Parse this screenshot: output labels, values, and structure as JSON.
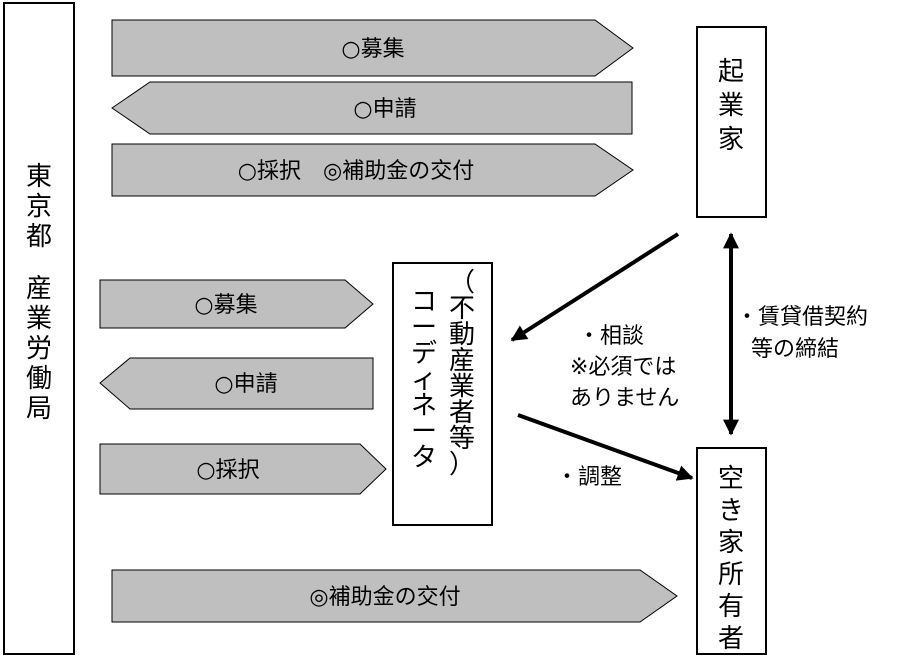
{
  "nodes": {
    "tokyo": "東京都　産業労働局",
    "entrepreneur": "起業家",
    "coordinator": "（不動産業者等）コーディネータ",
    "owner": "空き家所有者"
  },
  "arrows": {
    "recruit_top": "○募集",
    "apply_top": "○申請",
    "select_grant_top": "○採択　◎補助金の交付",
    "recruit_mid": "○募集",
    "apply_mid": "○申請",
    "select_mid": "○採択",
    "grant_bottom": "◎補助金の交付"
  },
  "notes": {
    "consult": [
      "・相談",
      "※必須では",
      "ありません"
    ],
    "adjust": "・調整",
    "lease": [
      "・賃貸借契約",
      "等の締結"
    ]
  }
}
